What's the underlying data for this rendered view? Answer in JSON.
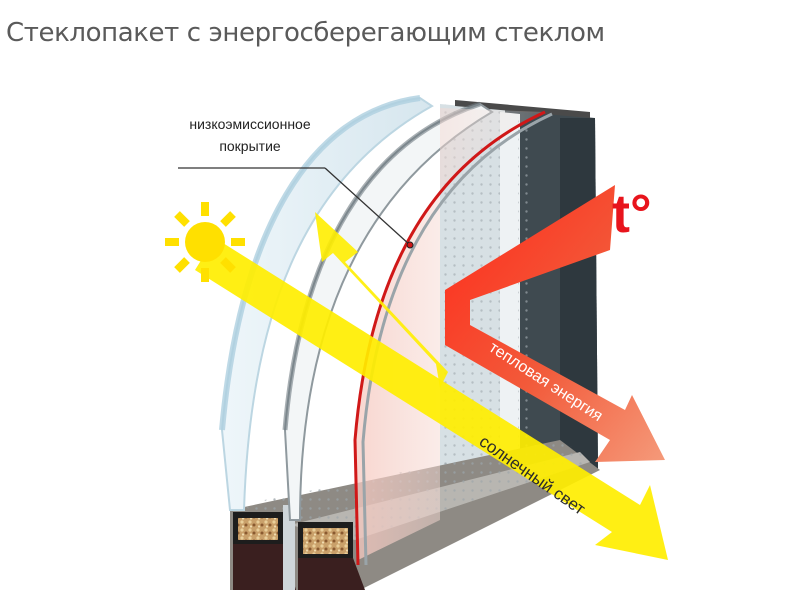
{
  "title": "Стеклопакет с энергосберегающим стеклом",
  "labels": {
    "coating_line1": "низкоэмиссионное",
    "coating_line2": "покрытие",
    "temperature": "t°",
    "heat_energy": "тепловая энергия",
    "sunlight": "солнечный свет"
  },
  "icons": {
    "sun": "sun-icon"
  },
  "colors": {
    "sunlight": "#ffee00",
    "heat_start": "#ff2a1a",
    "heat_end": "#f08060",
    "coating": "#d01818",
    "title_text": "#5a5a5a",
    "frame": "#5a4a42"
  }
}
